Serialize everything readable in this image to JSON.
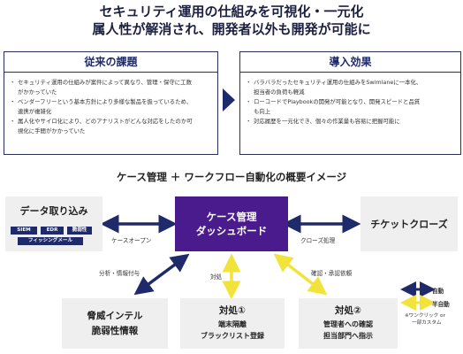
{
  "headline": {
    "line1": "セキュリティ運用の仕組みを可視化・一元化",
    "line2": "属人性が解消され、開発者以外も開発が可能に"
  },
  "before": {
    "title": "従来の課題",
    "items": [
      "セキュリティ運用の仕組みが案件によって異なり、管理・保守に工数",
      "がかかっていた",
      "ベンダーフリーという基本方針により多様な製品を扱っているため、",
      "連携が複雑化",
      "属人化やサイロ化により、どのアナリストがどんな対応をしたのか可",
      "視化に手間がかかっていた"
    ]
  },
  "after": {
    "title": "導入効果",
    "items": [
      "バラバラだったセキュリティ運用の仕組みをSwimlaneに一本化、",
      "担当者の負荷も軽減",
      "ローコードでPlaybookの開発が可能となり、開発スピードと品質",
      "も向上",
      "対応履歴を一元化でき、個々の作業量も容易に把握可能に"
    ]
  },
  "diagram": {
    "title": "ケース管理 ＋ ワークフロー自動化の概要イメージ",
    "center": {
      "line1": "ケース管理",
      "line2": "ダッシュボード"
    },
    "data_intake": {
      "title": "データ取り込み",
      "tags": [
        "SIEM",
        "EDR",
        "脆弱性",
        "フィッシングメール"
      ]
    },
    "ticket_close": "チケットクローズ",
    "threat_intel": {
      "line1": "脅威インテル",
      "line2": "脆弱性情報"
    },
    "response1": {
      "title": "対処①",
      "line1": "端末隔離",
      "line2": "ブラックリスト登録"
    },
    "response2": {
      "title": "対処②",
      "line1": "管理者への確認",
      "line2": "担当部門へ指示"
    },
    "labels": {
      "case_open": "ケースオープン",
      "close_process": "クローズ処理",
      "analysis": "分析・情報付与",
      "respond": "対処",
      "confirm": "確認・承認依頼"
    },
    "legend": {
      "auto": "自動",
      "semi_auto": "半自動",
      "note1": "※ワンクリック or",
      "note2": "一部カスタム"
    },
    "colors": {
      "navy": "#1f2a6b",
      "purple": "#4a1b8c",
      "yellow": "#f2e33a",
      "gray": "#efefef"
    }
  }
}
